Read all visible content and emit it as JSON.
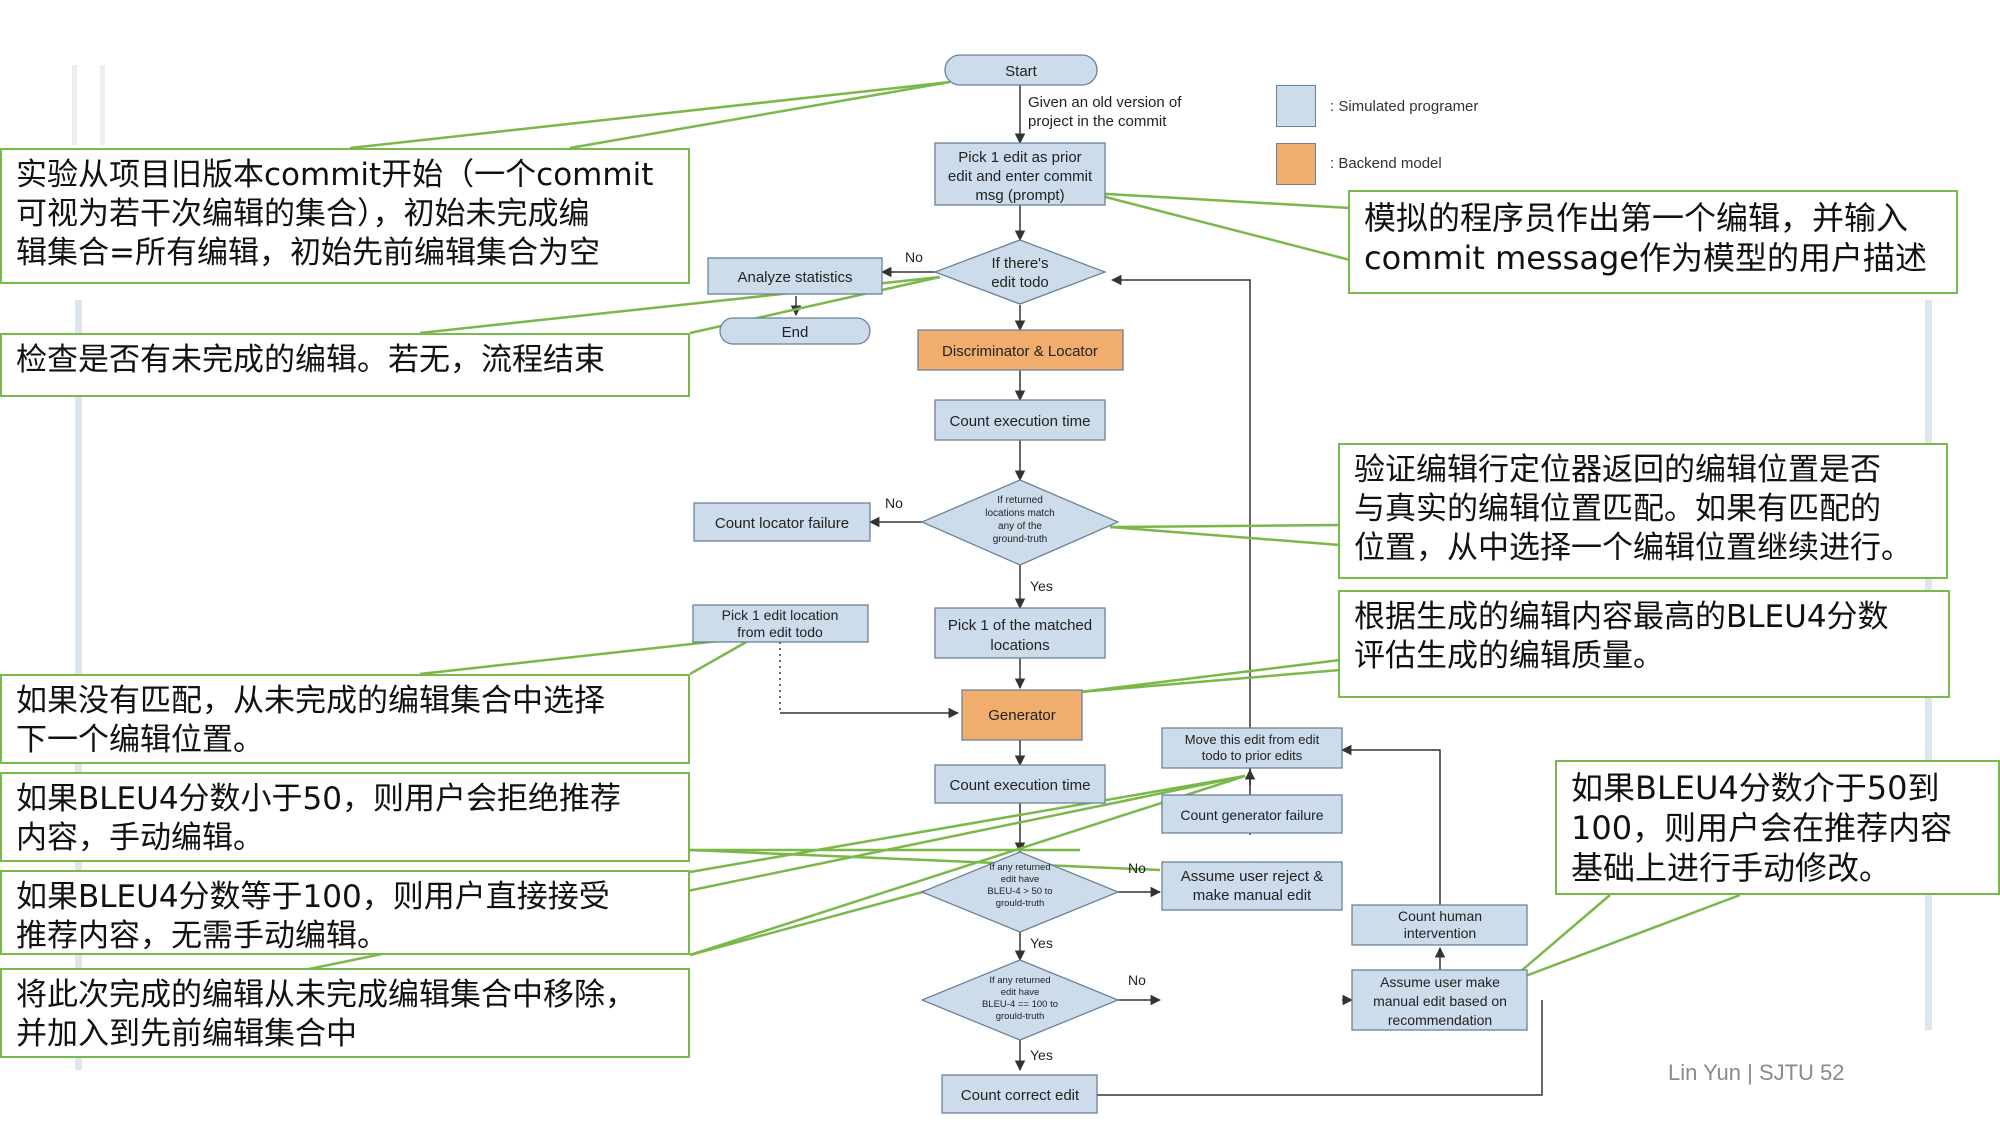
{
  "colors": {
    "node_blue": "#cddcea",
    "node_orange": "#f0ad6e",
    "node_border": "#6b8298",
    "callout_border": "#7ab84a",
    "connector": "#333333"
  },
  "flow": {
    "start": "Start",
    "given_note": "Given an old version of\nproject in the commit",
    "pick_edit": "Pick 1 edit as prior\nedit and enter commit\nmsg (prompt)",
    "if_todo": "If there's\nedit todo",
    "no_label_1": "No",
    "analyze": "Analyze statistics",
    "end": "End",
    "disc_loc": "Discriminator & Locator",
    "count_exec_1": "Count execution time",
    "if_loc_match": "If returned\nlocations match\nany of the\nground-truth",
    "no_label_2": "No",
    "count_loc_fail": "Count locator failure",
    "yes_label_1": "Yes",
    "pick_edit_loc": "Pick 1 edit location\nfrom edit todo",
    "pick_matched": "Pick 1 of the matched\nlocations",
    "generator": "Generator",
    "count_exec_2": "Count execution time",
    "move_edit": "Move this edit from edit\ntodo to prior edits",
    "count_gen_fail": "Count generator failure",
    "if_bleu50": "If any returned\nedit have\nBLEU-4 > 50 to\ngrould-truth",
    "no_label_3": "No",
    "assume_reject": "Assume user reject &\nmake manual edit",
    "count_human": "Count human\nintervention",
    "yes_label_2": "Yes",
    "if_bleu100": "If any returned\nedit have\nBLEU-4 == 100 to\ngrould-truth",
    "no_label_4": "No",
    "assume_manual": "Assume user make\nmanual edit based on\nrecommendation",
    "yes_label_3": "Yes",
    "count_correct": "Count correct edit"
  },
  "legend": {
    "simulated": ": Simulated programer",
    "backend": ": Backend model"
  },
  "callouts": {
    "c1": "实验从项目旧版本commit开始（一个commit\n可视为若干次编辑的集合），初始未完成编\n辑集合=所有编辑，初始先前编辑集合为空",
    "c2": "模拟的程序员作出第一个编辑，并输入\ncommit message作为模型的用户描述",
    "c3": "检查是否有未完成的编辑。若无，流程结束",
    "c4": "验证编辑行定位器返回的编辑位置是否\n与真实的编辑位置匹配。如果有匹配的\n位置，从中选择一个编辑位置继续进行。",
    "c5": "根据生成的编辑内容最高的BLEU4分数\n评估生成的编辑质量。",
    "c6": "如果没有匹配，从未完成的编辑集合中选择\n下一个编辑位置。",
    "c7": "如果BLEU4分数介于50到\n100，则用户会在推荐内容\n基础上进行手动修改。",
    "c8": "如果BLEU4分数小于50，则用户会拒绝推荐\n内容，手动编辑。",
    "c9": "如果BLEU4分数等于100，则用户直接接受\n推荐内容，无需手动编辑。",
    "c10": "将此次完成的编辑从未完成编辑集合中移除，\n并加入到先前编辑集合中"
  },
  "footer": "Lin Yun | SJTU 52"
}
